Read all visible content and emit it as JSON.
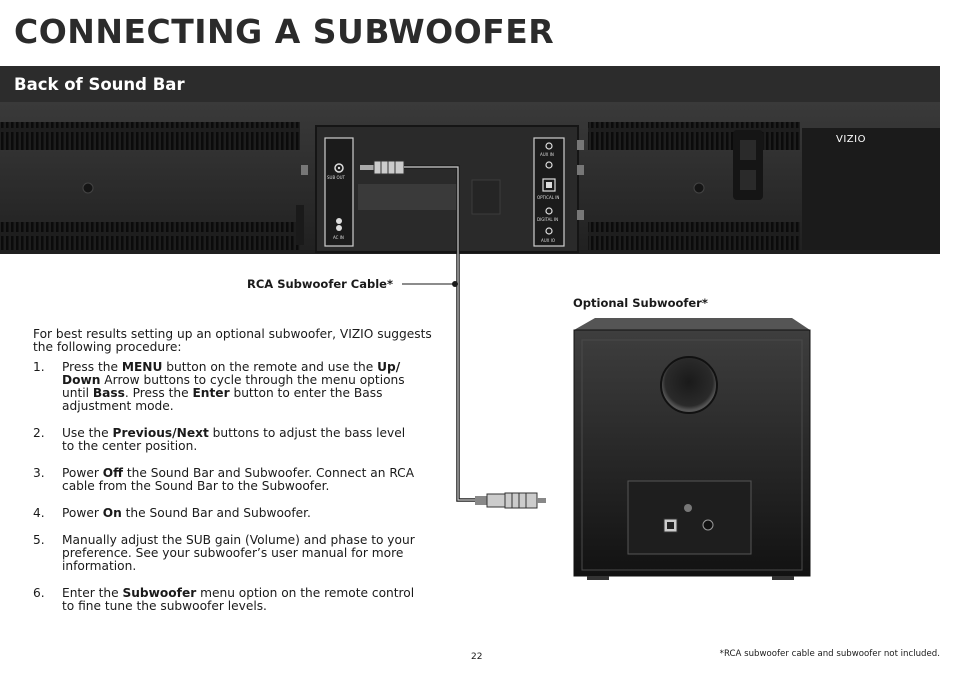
{
  "page": {
    "title": "CONNECTING A SUBWOOFER",
    "section_title": "Back of Sound Bar",
    "page_number": "22",
    "footnote": "*RCA subwoofer cable and subwoofer not included."
  },
  "soundbar": {
    "brand": "VIZIO",
    "ports": {
      "sub_out": "SUB OUT",
      "ac_in": "AC IN",
      "aux_in": "AUX IN",
      "optical_in": "OPTICAL IN",
      "digital_in": "DIGITAL IN",
      "aux_io": "AUX IO"
    }
  },
  "labels": {
    "rca_cable": "RCA Subwoofer Cable*",
    "optional_subwoofer": "Optional Subwoofer*"
  },
  "instructions": {
    "intro": "For best results setting up an optional subwoofer, VIZIO suggests the following procedure:",
    "steps": [
      {
        "num": "1.",
        "parts": [
          {
            "t": "Press the "
          },
          {
            "t": "MENU",
            "b": true
          },
          {
            "t": " button on the remote and use the "
          },
          {
            "t": "Up/ Down",
            "b": true
          },
          {
            "t": " Arrow buttons to cycle through the menu options until "
          },
          {
            "t": "Bass",
            "b": true
          },
          {
            "t": ". Press the "
          },
          {
            "t": "Enter",
            "b": true
          },
          {
            "t": " button to enter the Bass adjustment mode."
          }
        ]
      },
      {
        "num": "2.",
        "parts": [
          {
            "t": "Use the "
          },
          {
            "t": "Previous/Next",
            "b": true
          },
          {
            "t": " buttons to adjust the bass level to the center position."
          }
        ]
      },
      {
        "num": "3.",
        "parts": [
          {
            "t": "Power "
          },
          {
            "t": "Off",
            "b": true
          },
          {
            "t": " the Sound Bar and Subwoofer. Connect an RCA cable from the Sound Bar to the Subwoofer."
          }
        ]
      },
      {
        "num": "4.",
        "parts": [
          {
            "t": "Power "
          },
          {
            "t": "On",
            "b": true
          },
          {
            "t": " the Sound Bar and Subwoofer."
          }
        ]
      },
      {
        "num": "5.",
        "parts": [
          {
            "t": "Manually adjust the SUB gain (Volume) and phase to your preference. See your subwoofer’s user manual for more information."
          }
        ]
      },
      {
        "num": "6.",
        "parts": [
          {
            "t": "Enter the "
          },
          {
            "t": "Subwoofer",
            "b": true
          },
          {
            "t": " menu option on the remote control to fine tune the subwoofer levels."
          }
        ]
      }
    ]
  }
}
